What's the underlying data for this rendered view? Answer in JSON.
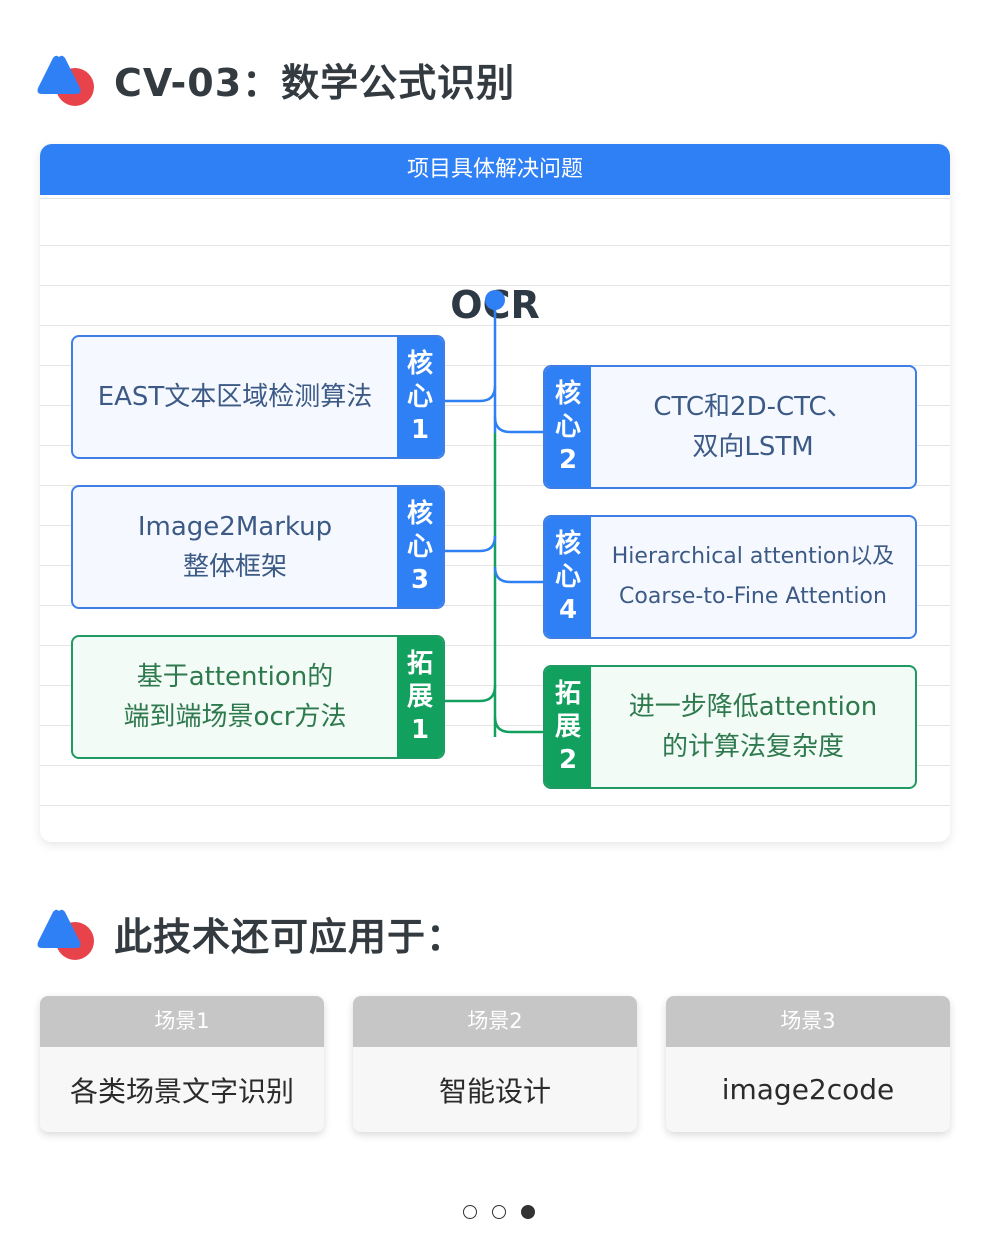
{
  "section1": {
    "title": "CV-03：数学公式识别",
    "icon": "triangle-circle-logo-icon"
  },
  "panel": {
    "header": "项目具体解决问题",
    "root": "OCR"
  },
  "nodes": [
    {
      "tag": [
        "核",
        "心",
        "1"
      ],
      "text": "EAST文本区域检测算法",
      "kind": "core",
      "side": "left"
    },
    {
      "tag": [
        "核",
        "心",
        "2"
      ],
      "text": "CTC和2D-CTC、\n双向LSTM",
      "kind": "core",
      "side": "right"
    },
    {
      "tag": [
        "核",
        "心",
        "3"
      ],
      "text": "Image2Markup\n整体框架",
      "kind": "core",
      "side": "left"
    },
    {
      "tag": [
        "核",
        "心",
        "4"
      ],
      "text": "Hierarchical attention以及\nCoarse-to-Fine Attention",
      "kind": "core",
      "side": "right"
    },
    {
      "tag": [
        "拓",
        "展",
        "1"
      ],
      "text": "基于attention的\n端到端场景ocr方法",
      "kind": "extension",
      "side": "left"
    },
    {
      "tag": [
        "拓",
        "展",
        "2"
      ],
      "text": "进一步降低attention\n的计算法复杂度",
      "kind": "extension",
      "side": "right"
    }
  ],
  "section2": {
    "title": "此技术还可应用于：",
    "icon": "triangle-circle-logo-icon"
  },
  "cards": [
    {
      "head": "场景1",
      "body": "各类场景文字识别"
    },
    {
      "head": "场景2",
      "body": "智能设计"
    },
    {
      "head": "场景3",
      "body": "image2code"
    }
  ],
  "pagination": {
    "total": 3,
    "active": 3
  },
  "colors": {
    "blue": "#2f80f5",
    "green": "#12a05f",
    "red": "#e8434a",
    "card_head": "#c6c6c6"
  }
}
